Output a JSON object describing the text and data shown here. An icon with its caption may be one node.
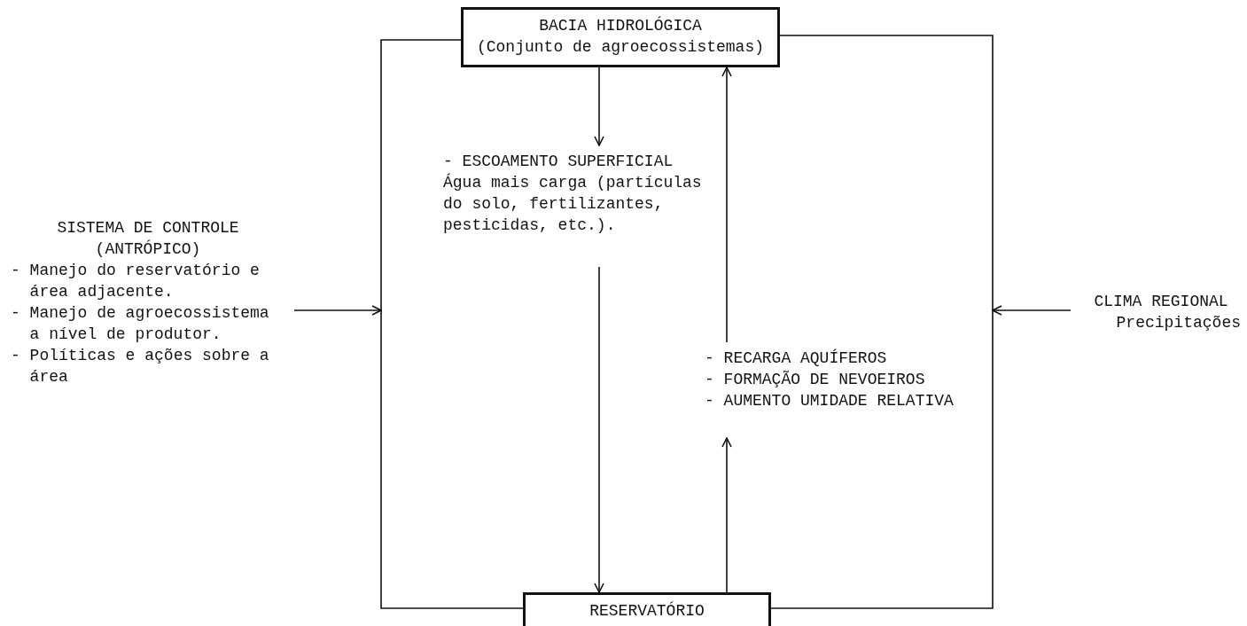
{
  "diagram": {
    "nodes": [
      {
        "text": [
          "BACIA HIDROLÓGICA",
          "(Conjunto de agroecossistemas)"
        ]
      },
      {
        "text": [
          "- ESCOAMENTO SUPERFICIAL",
          "Água mais carga  (partículas do solo, fertilizantes, pesticidas, etc.)."
        ]
      },
      {
        "text": [
          "- RECARGA AQUÍFEROS",
          "- FORMAÇÃO DE NEVOEIROS",
          "- AUMENTO UMIDADE RELATIVA"
        ]
      },
      {
        "text": [
          "RESERVATÓRIO"
        ]
      },
      {
        "text": [
          "SISTEMA DE CONTROLE (ANTRÓPICO)",
          "- Manejo do reservatório e área adjacente.",
          "- Manejo de agroecossistema a nível de produtor.",
          "- Políticas e ações  sobre a área"
        ]
      },
      {
        "text": [
          "CLIMA REGIONAL",
          "Precipitações"
        ]
      }
    ],
    "edges": [
      {
        "from": 0,
        "to": 1,
        "arrow": "to"
      },
      {
        "from": 1,
        "to": 3,
        "arrow": "to"
      },
      {
        "from": 3,
        "to": 2,
        "arrow": "to"
      },
      {
        "from": 2,
        "to": 0,
        "arrow": "to"
      },
      {
        "from": 0,
        "to": 3,
        "arrow": "none"
      },
      {
        "from": 0,
        "to": 3,
        "arrow": "none"
      },
      {
        "from": 4,
        "to": null,
        "arrow": "to"
      },
      {
        "from": 5,
        "to": null,
        "arrow": "to"
      }
    ]
  }
}
